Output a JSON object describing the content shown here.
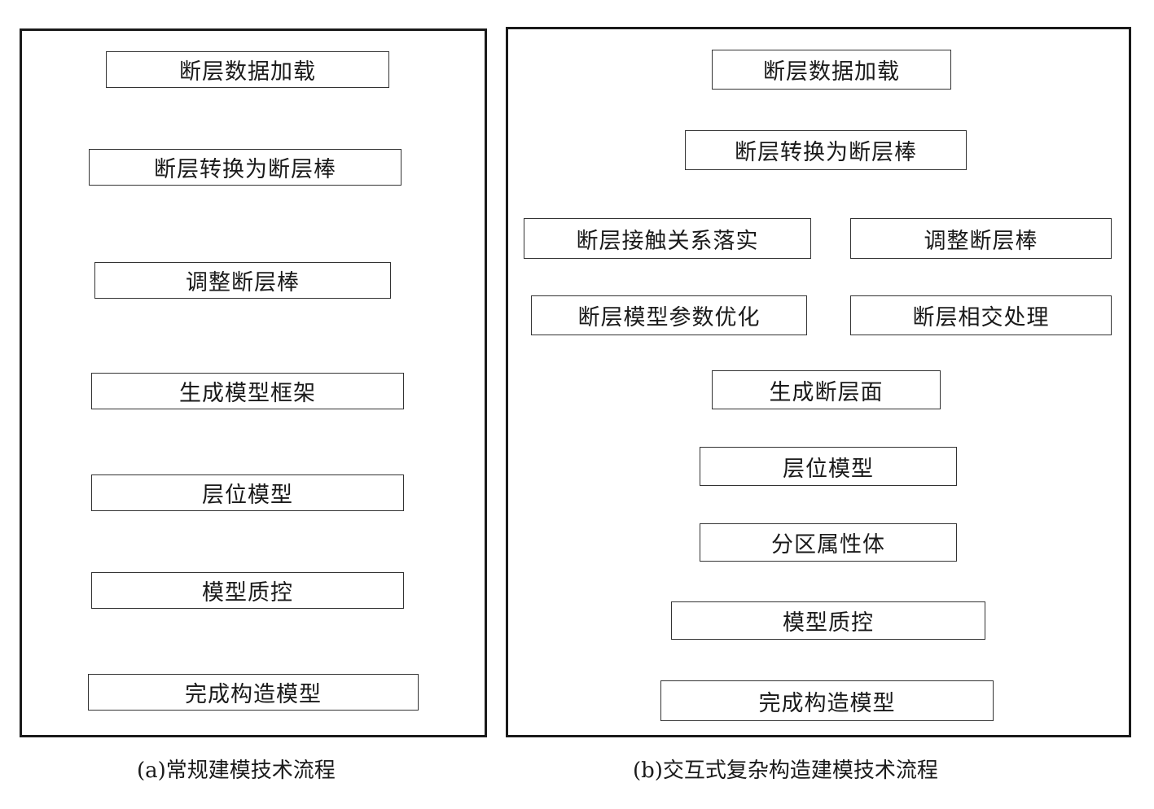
{
  "panel_a": {
    "caption": "(a)常规建模技术流程",
    "steps": [
      "断层数据加载",
      "断层转换为断层棒",
      "调整断层棒",
      "生成模型框架",
      "层位模型",
      "模型质控",
      "完成构造模型"
    ]
  },
  "panel_b": {
    "caption": "(b)交互式复杂构造建模技术流程",
    "top": [
      "断层数据加载",
      "断层转换为断层棒"
    ],
    "left_branch": [
      "断层接触关系落实",
      "断层模型参数优化"
    ],
    "right_branch": [
      "调整断层棒",
      "断层相交处理"
    ],
    "bottom": [
      "生成断层面",
      "层位模型",
      "分区属性体",
      "模型质控",
      "完成构造模型"
    ]
  }
}
